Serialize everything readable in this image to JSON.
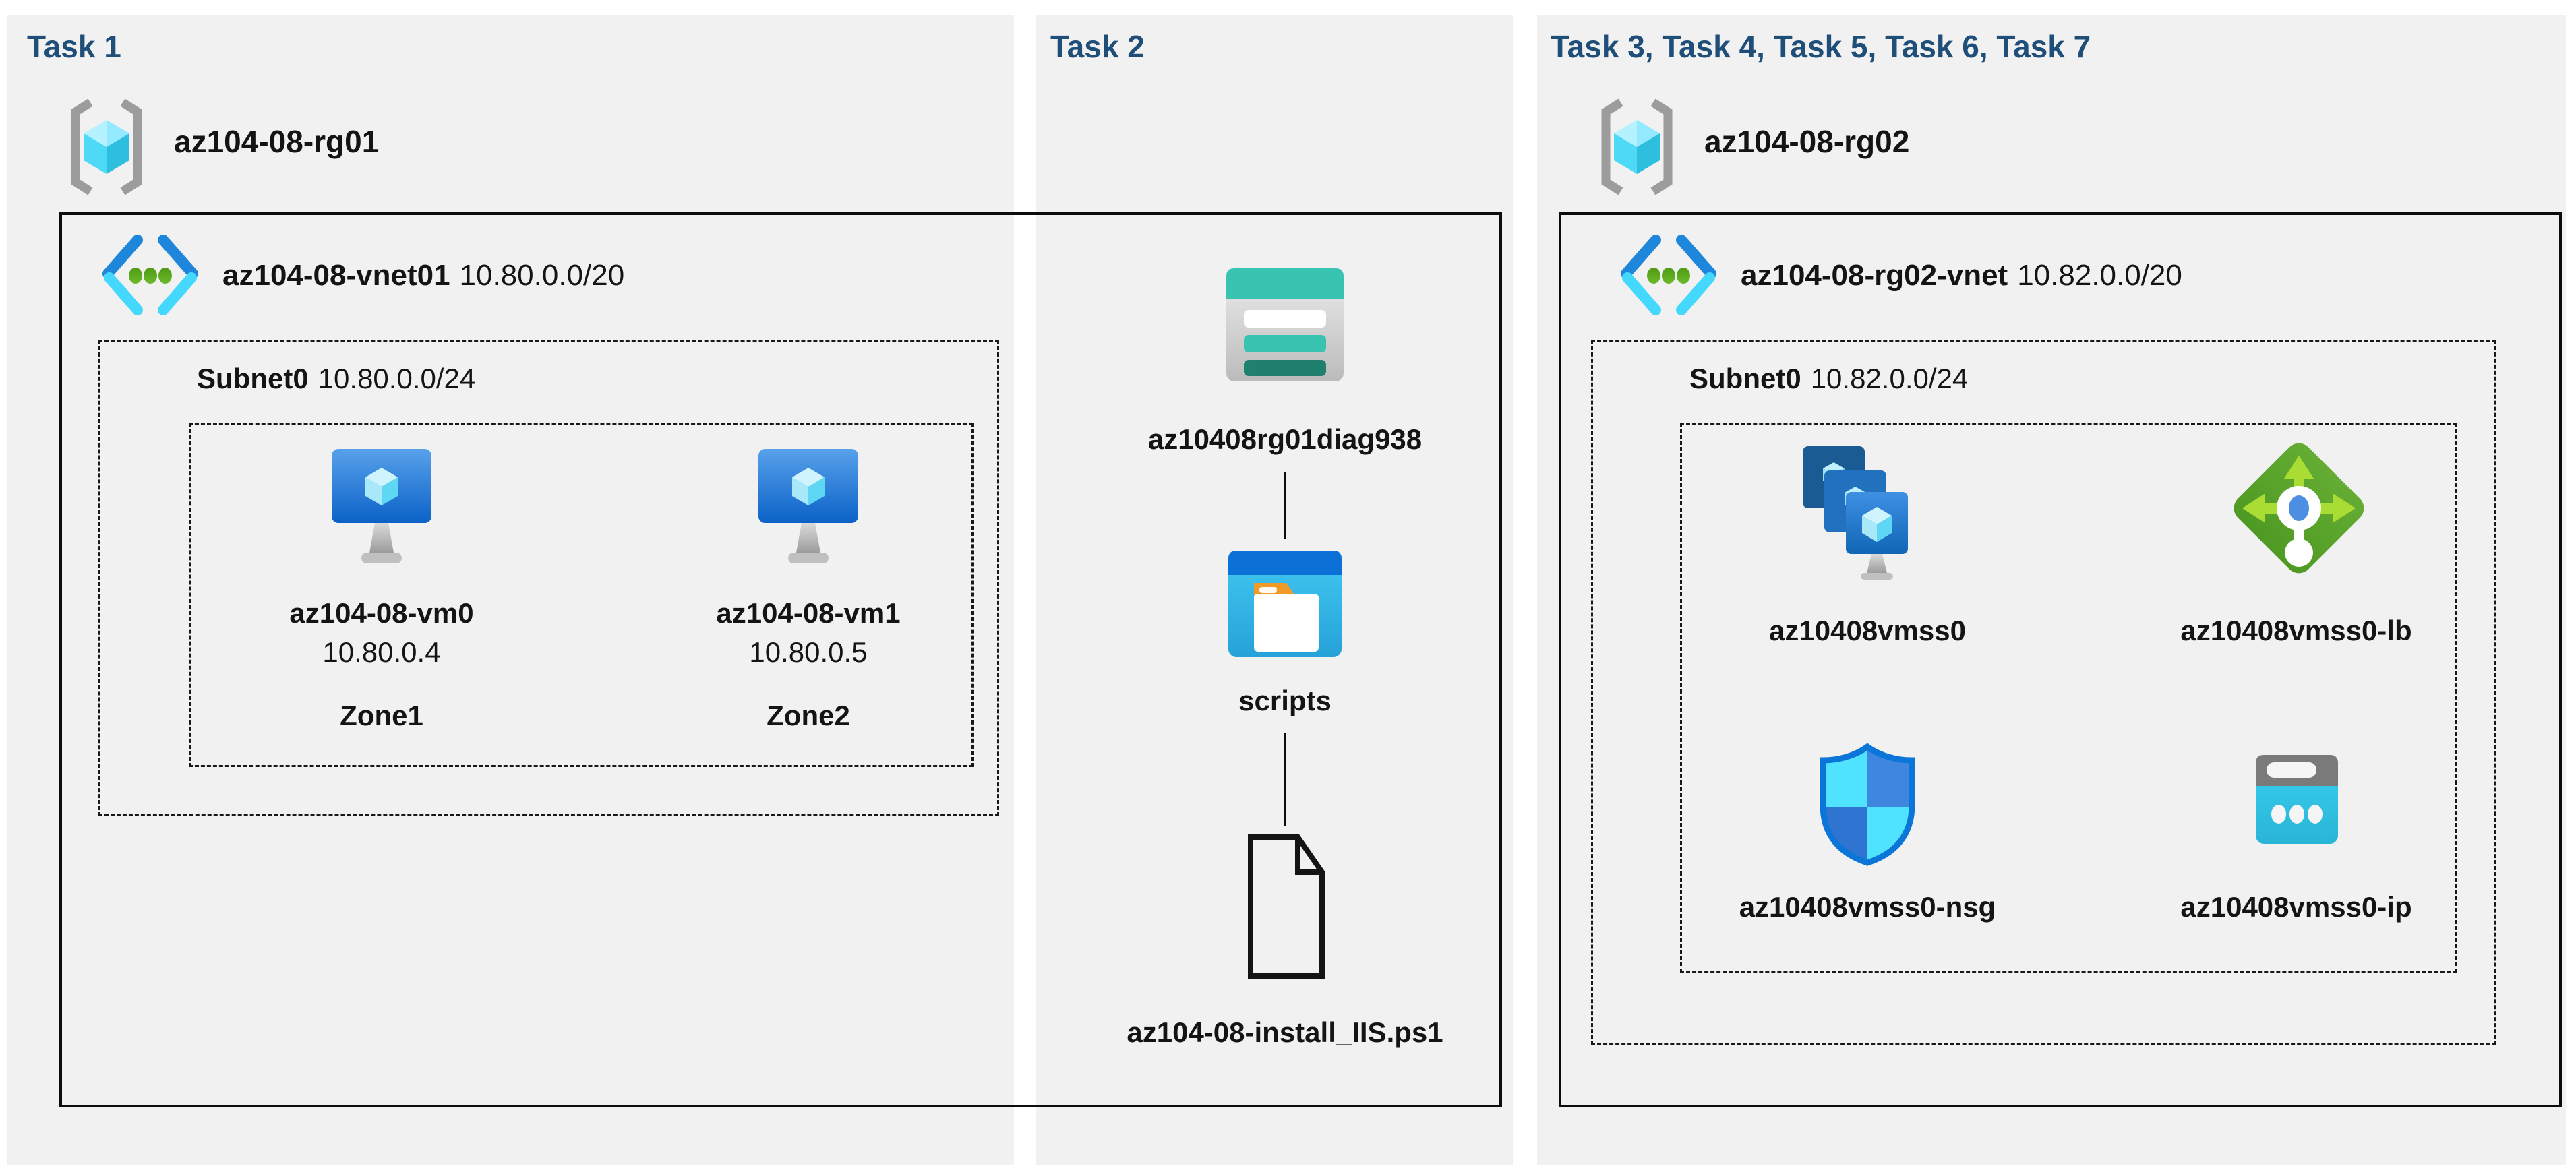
{
  "panel1": {
    "title": "Task 1",
    "resource_group": "az104-08-rg01",
    "vnet_name": "az104-08-vnet01",
    "vnet_cidr": "10.80.0.0/20",
    "subnet_name": "Subnet0",
    "subnet_cidr": "10.80.0.0/24",
    "vms": [
      {
        "name": "az104-08-vm0",
        "ip": "10.80.0.4",
        "zone": "Zone1"
      },
      {
        "name": "az104-08-vm1",
        "ip": "10.80.0.5",
        "zone": "Zone2"
      }
    ]
  },
  "panel2": {
    "title": "Task 2",
    "storage_account": "az10408rg01diag938",
    "folder": "scripts",
    "file": "az104-08-install_IIS.ps1"
  },
  "panel3": {
    "title": "Task 3, Task 4, Task 5, Task 6, Task 7",
    "resource_group": "az104-08-rg02",
    "vnet_name": "az104-08-rg02-vnet",
    "vnet_cidr": "10.82.0.0/20",
    "subnet_name": "Subnet0",
    "subnet_cidr": "10.82.0.0/24",
    "resources": [
      {
        "name": "az10408vmss0",
        "type": "vm-scale-set"
      },
      {
        "name": "az10408vmss0-lb",
        "type": "load-balancer"
      },
      {
        "name": "az10408vmss0-nsg",
        "type": "network-security-group"
      },
      {
        "name": "az10408vmss0-ip",
        "type": "public-ip"
      }
    ]
  }
}
